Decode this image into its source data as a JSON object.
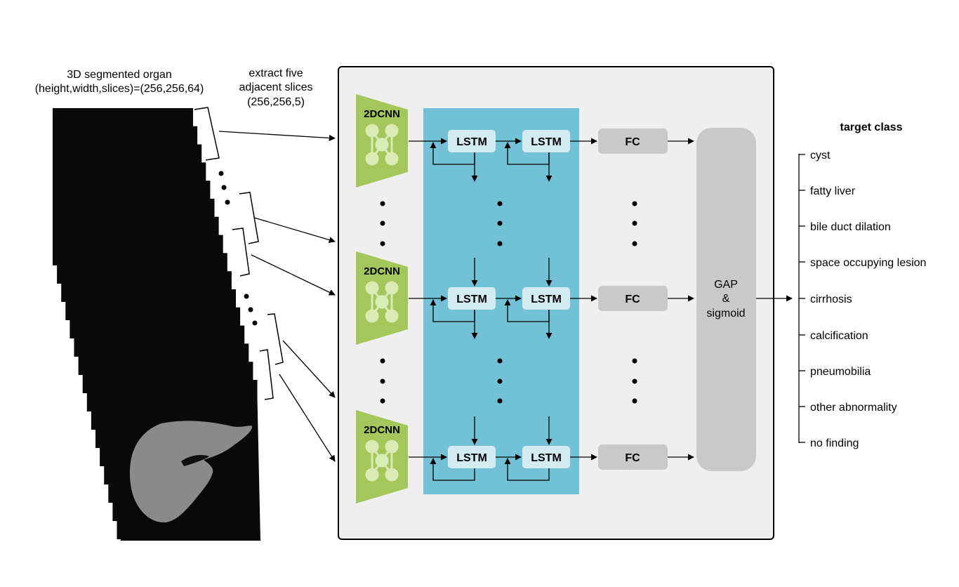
{
  "input_label": {
    "line1": "3D segmented organ",
    "line2": "(height,width,slices)=(256,256,64)"
  },
  "extract_label": {
    "line1": "extract five",
    "line2": "adjacent slices",
    "line3": "(256,256,5)"
  },
  "cnn_label": "2DCNN",
  "lstm_label": "LSTM",
  "fc_label": "FC",
  "gap_label": {
    "line1": "GAP",
    "line2": "&",
    "line3": "sigmoid"
  },
  "target": {
    "title": "target class",
    "classes": [
      "cyst",
      "fatty liver",
      "bile duct dilation",
      "space occupying lesion",
      "cirrhosis",
      "calcification",
      "pneumobilia",
      "other abnormality",
      "no finding"
    ]
  },
  "colors": {
    "cnn": "#a3c75a",
    "lstm_panel": "#72c1d6",
    "lstm_box": "#d3ecf2",
    "fc": "#c9c9c9",
    "gap": "#c9c9c9",
    "frame_bg": "#efefef"
  }
}
